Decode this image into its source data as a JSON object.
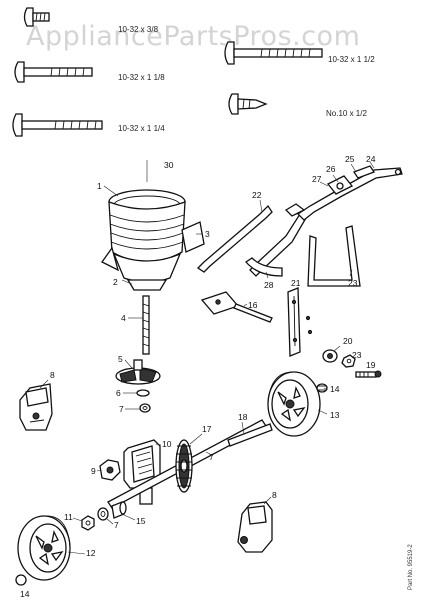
{
  "watermark": "AppliancePartsPros.com",
  "hardware": [
    {
      "label": "10-32 x 3/8"
    },
    {
      "label": "10-32 x 1 1/8"
    },
    {
      "label": "10-32 x 1 1/4"
    },
    {
      "label": "10-32 x 1 1/2"
    },
    {
      "label": "No.10 x 1/2"
    }
  ],
  "callouts": [
    "30",
    "1",
    "3",
    "2",
    "22",
    "26",
    "27",
    "25",
    "24",
    "28",
    "23",
    "16",
    "21",
    "4",
    "5",
    "6",
    "7",
    "8",
    "20",
    "23",
    "19",
    "14",
    "13",
    "18",
    "17",
    "7",
    "10",
    "9",
    "11",
    "7",
    "15",
    "8",
    "12",
    "14"
  ],
  "part_number": "Part No. 95519-2"
}
